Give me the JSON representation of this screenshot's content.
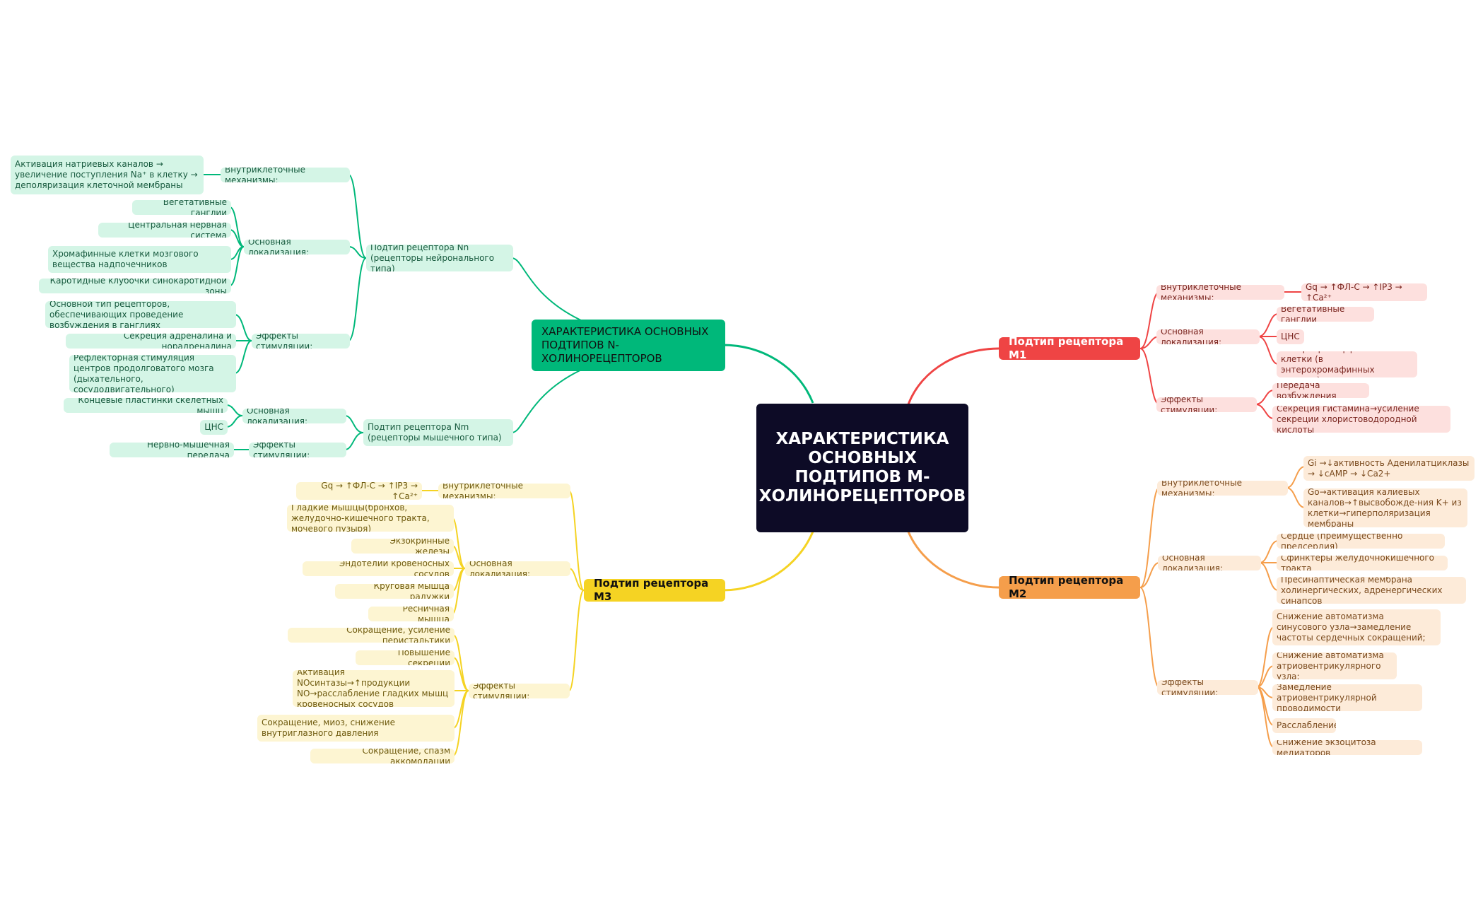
{
  "center": {
    "title": "ХАРАКТЕРИСТИКА ОСНОВНЫХ ПОДТИПОВ М-ХОЛИНОРЕЦЕПТОРОВ"
  },
  "colors": {
    "green": "#00b87a",
    "red": "#ef4444",
    "orange": "#f59e4b",
    "yellow": "#f5d323",
    "center": "#0d0b26"
  },
  "n_receptors": {
    "title": "ХАРАКТЕРИСТИКА ОСНОВНЫХ ПОДТИПОВ N-ХОЛИНОРЕЦЕПТОРОВ",
    "nn": {
      "title": "Подтип рецептора Nn (рецепторы нейронального типа)",
      "mech_label": "Внутриклеточные механизмы:",
      "mech_items": [
        "Активация натриевых каналов → увеличение поступления Na⁺ в клетку → деполяризация клеточной мембраны"
      ],
      "loc_label": "Основная локализация:",
      "loc_items": [
        "Вегетативные ганглии",
        "Центральная нервная система",
        "Хромафинные клетки мозгового вещества надпочечников",
        "Каротидные клубочки синокаротидной зоны"
      ],
      "eff_label": "Эффекты стимуляции:",
      "eff_items": [
        "Основной тип рецепторов, обеспечивающих проведение возбуждения в ганглиях",
        "Секреция адреналина и норадреналина",
        "Рефлекторная стимуляция центров продолговатого мозга (дыхательного, сосудодвигательного)"
      ]
    },
    "nm": {
      "title": "Подтип рецептора Nm (рецепторы мышечного типа)",
      "loc_label": "Основная локализация:",
      "loc_items": [
        "Концевые пластинки скелетных мышц",
        "ЦНС"
      ],
      "eff_label": "Эффекты стимуляции:",
      "eff_items": [
        "Нервно-мышечная передача"
      ]
    }
  },
  "m1": {
    "title": "Подтип рецептора M1",
    "mech_label": "Внутриклеточные механизмы:",
    "mech_items": [
      "Gq → ↑ФЛ-С → ↑IP3 → ↑Ca²⁺"
    ],
    "loc_label": "Основная локализация:",
    "loc_items": [
      "Вегетативные ганглии",
      "ЦНС",
      "Энтерохромаффинные клетки (в энтерохромафинных клетках)"
    ],
    "eff_label": "Эффекты стимуляции:",
    "eff_items": [
      "Передача возбуждения",
      "Секреция гистамина→усиление секреции хлористоводородной кислоты"
    ]
  },
  "m2": {
    "title": "Подтип рецептора M2",
    "mech_label": "Внутриклеточные механизмы:",
    "mech_items": [
      "Gi →↓активность Аденилатциклазы → ↓cAMP → ↓Ca2+",
      "Go→активация калиевых каналов→↑высвобожде-ния K+ из клетки→гиперполяризация мембраны"
    ],
    "loc_label": "Основная локализация:",
    "loc_items": [
      "Сердце (преимущественно предсердия)",
      "Сфинктеры желудочнокишечного тракта",
      "Пресинаптическая мембрана холинергических, адренергических синапсов"
    ],
    "eff_label": "Эффекты стимуляции:",
    "eff_items": [
      "Снижение автоматизма синусового узла→замедление частоты сердечных сокращений;",
      "Снижение автоматизма атриовентрикулярного узла;",
      "Замедление атриовентрикулярной проводимости",
      "Расслабление",
      "Снижение экзоцитоза медиаторов"
    ]
  },
  "m3": {
    "title": "Подтип рецептора M3",
    "mech_label": "Внутриклеточные механизмы:",
    "mech_items": [
      "Gq → ↑ФЛ-С → ↑IP3 → ↑Ca²⁺"
    ],
    "loc_label": "Основная локализация:",
    "loc_items": [
      "Гладкие мышцы(бронхов, желудочно-кишечного тракта, мочевого пузыря)",
      "Экзокринные железы",
      "Эндотелий кровеносных сосудов",
      "Круговая мышца радужки",
      "Ресничная мышца"
    ],
    "eff_label": "Эффекты стимуляции:",
    "eff_items": [
      "Сокращение, усиление перистальтики",
      "Повышение секреции",
      "Активация NOсинтазы→↑продукции NO→расслабление гладких мышц кровеносных сосудов",
      "Сокращение, миоз, снижение внутриглазного давления",
      "Сокращение, спазм аккомодации"
    ]
  }
}
